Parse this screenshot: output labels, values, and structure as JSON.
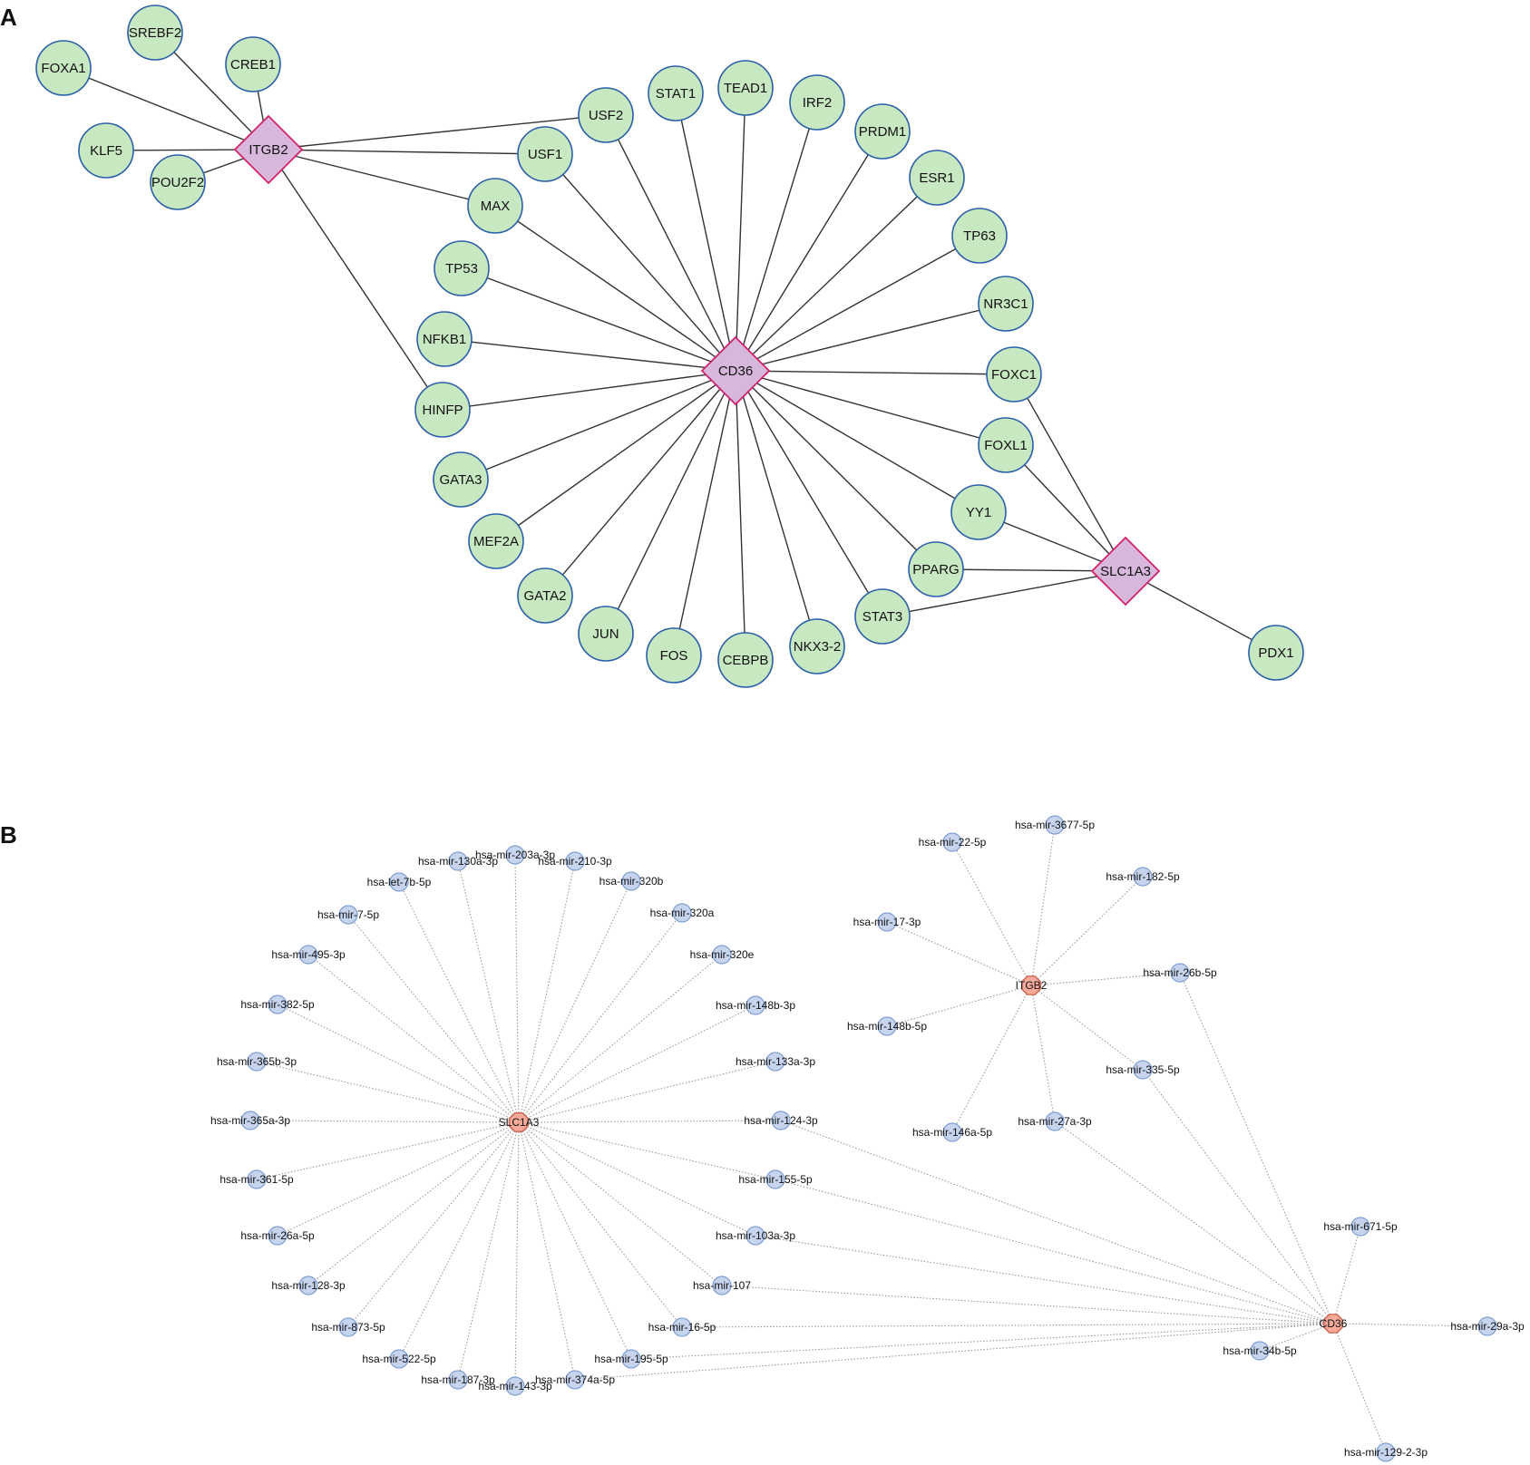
{
  "panels": {
    "a_label": "A",
    "b_label": "B"
  },
  "colors": {
    "tf_fill": "#c8e8c2",
    "tf_stroke": "#2a5fa8",
    "hub_a_fill": "#d7b8dc",
    "hub_a_stroke": "#d0226b",
    "mirna_fill": "#c6d4ee",
    "mirna_stroke": "#7f9ed0",
    "hub_b_fill": "#f7a99a",
    "hub_b_stroke": "#cc5540",
    "edge_solid": "#333333",
    "edge_dotted": "#9a9a9a"
  },
  "network_a": {
    "hubs": [
      "ITGB2",
      "CD36",
      "SLC1A3"
    ],
    "nodes": [
      "FOXA1",
      "SREBF2",
      "CREB1",
      "KLF5",
      "POU2F2",
      "USF2",
      "USF1",
      "MAX",
      "STAT1",
      "TEAD1",
      "IRF2",
      "PRDM1",
      "ESR1",
      "TP63",
      "NR3C1",
      "FOXC1",
      "FOXL1",
      "YY1",
      "PPARG",
      "STAT3",
      "PDX1",
      "TP53",
      "NFKB1",
      "HINFP",
      "GATA3",
      "MEF2A",
      "GATA2",
      "JUN",
      "FOS",
      "CEBPB",
      "NKX3-2"
    ],
    "edges": [
      [
        "ITGB2",
        "FOXA1"
      ],
      [
        "ITGB2",
        "SREBF2"
      ],
      [
        "ITGB2",
        "CREB1"
      ],
      [
        "ITGB2",
        "KLF5"
      ],
      [
        "ITGB2",
        "POU2F2"
      ],
      [
        "ITGB2",
        "USF2"
      ],
      [
        "ITGB2",
        "USF1"
      ],
      [
        "ITGB2",
        "MAX"
      ],
      [
        "ITGB2",
        "HINFP"
      ],
      [
        "CD36",
        "USF2"
      ],
      [
        "CD36",
        "USF1"
      ],
      [
        "CD36",
        "MAX"
      ],
      [
        "CD36",
        "STAT1"
      ],
      [
        "CD36",
        "TEAD1"
      ],
      [
        "CD36",
        "IRF2"
      ],
      [
        "CD36",
        "PRDM1"
      ],
      [
        "CD36",
        "ESR1"
      ],
      [
        "CD36",
        "TP63"
      ],
      [
        "CD36",
        "NR3C1"
      ],
      [
        "CD36",
        "FOXC1"
      ],
      [
        "CD36",
        "FOXL1"
      ],
      [
        "CD36",
        "YY1"
      ],
      [
        "CD36",
        "PPARG"
      ],
      [
        "CD36",
        "STAT3"
      ],
      [
        "CD36",
        "TP53"
      ],
      [
        "CD36",
        "NFKB1"
      ],
      [
        "CD36",
        "HINFP"
      ],
      [
        "CD36",
        "GATA3"
      ],
      [
        "CD36",
        "MEF2A"
      ],
      [
        "CD36",
        "GATA2"
      ],
      [
        "CD36",
        "JUN"
      ],
      [
        "CD36",
        "FOS"
      ],
      [
        "CD36",
        "CEBPB"
      ],
      [
        "CD36",
        "NKX3-2"
      ],
      [
        "SLC1A3",
        "FOXC1"
      ],
      [
        "SLC1A3",
        "FOXL1"
      ],
      [
        "SLC1A3",
        "YY1"
      ],
      [
        "SLC1A3",
        "PPARG"
      ],
      [
        "SLC1A3",
        "STAT3"
      ],
      [
        "SLC1A3",
        "PDX1"
      ]
    ]
  },
  "network_b": {
    "hubs": [
      "SLC1A3",
      "ITGB2",
      "CD36"
    ],
    "nodes": [
      "hsa-mir-203a-3p",
      "hsa-mir-130a-3p",
      "hsa-mir-210-3p",
      "hsa-let-7b-5p",
      "hsa-mir-320b",
      "hsa-mir-7-5p",
      "hsa-mir-320a",
      "hsa-mir-495-3p",
      "hsa-mir-320e",
      "hsa-mir-382-5p",
      "hsa-mir-148b-3p",
      "hsa-mir-365b-3p",
      "hsa-mir-133a-3p",
      "hsa-mir-365a-3p",
      "hsa-mir-124-3p",
      "hsa-mir-361-5p",
      "hsa-mir-155-5p",
      "hsa-mir-26a-5p",
      "hsa-mir-103a-3p",
      "hsa-mir-128-3p",
      "hsa-mir-107",
      "hsa-mir-873-5p",
      "hsa-mir-16-5p",
      "hsa-mir-522-5p",
      "hsa-mir-195-5p",
      "hsa-mir-187-3p",
      "hsa-mir-374a-5p",
      "hsa-mir-143-3p",
      "hsa-mir-3677-5p",
      "hsa-mir-22-5p",
      "hsa-mir-182-5p",
      "hsa-mir-17-3p",
      "hsa-mir-26b-5p",
      "hsa-mir-148b-5p",
      "hsa-mir-335-5p",
      "hsa-mir-146a-5p",
      "hsa-mir-27a-3p",
      "hsa-mir-671-5p",
      "hsa-mir-29a-3p",
      "hsa-mir-34b-5p",
      "hsa-mir-129-2-3p"
    ],
    "edges": [
      [
        "SLC1A3",
        "hsa-mir-203a-3p"
      ],
      [
        "SLC1A3",
        "hsa-mir-130a-3p"
      ],
      [
        "SLC1A3",
        "hsa-mir-210-3p"
      ],
      [
        "SLC1A3",
        "hsa-let-7b-5p"
      ],
      [
        "SLC1A3",
        "hsa-mir-320b"
      ],
      [
        "SLC1A3",
        "hsa-mir-7-5p"
      ],
      [
        "SLC1A3",
        "hsa-mir-320a"
      ],
      [
        "SLC1A3",
        "hsa-mir-495-3p"
      ],
      [
        "SLC1A3",
        "hsa-mir-320e"
      ],
      [
        "SLC1A3",
        "hsa-mir-382-5p"
      ],
      [
        "SLC1A3",
        "hsa-mir-148b-3p"
      ],
      [
        "SLC1A3",
        "hsa-mir-365b-3p"
      ],
      [
        "SLC1A3",
        "hsa-mir-133a-3p"
      ],
      [
        "SLC1A3",
        "hsa-mir-365a-3p"
      ],
      [
        "SLC1A3",
        "hsa-mir-124-3p"
      ],
      [
        "SLC1A3",
        "hsa-mir-361-5p"
      ],
      [
        "SLC1A3",
        "hsa-mir-155-5p"
      ],
      [
        "SLC1A3",
        "hsa-mir-26a-5p"
      ],
      [
        "SLC1A3",
        "hsa-mir-103a-3p"
      ],
      [
        "SLC1A3",
        "hsa-mir-128-3p"
      ],
      [
        "SLC1A3",
        "hsa-mir-107"
      ],
      [
        "SLC1A3",
        "hsa-mir-873-5p"
      ],
      [
        "SLC1A3",
        "hsa-mir-16-5p"
      ],
      [
        "SLC1A3",
        "hsa-mir-522-5p"
      ],
      [
        "SLC1A3",
        "hsa-mir-195-5p"
      ],
      [
        "SLC1A3",
        "hsa-mir-187-3p"
      ],
      [
        "SLC1A3",
        "hsa-mir-374a-5p"
      ],
      [
        "SLC1A3",
        "hsa-mir-143-3p"
      ],
      [
        "ITGB2",
        "hsa-mir-3677-5p"
      ],
      [
        "ITGB2",
        "hsa-mir-22-5p"
      ],
      [
        "ITGB2",
        "hsa-mir-182-5p"
      ],
      [
        "ITGB2",
        "hsa-mir-17-3p"
      ],
      [
        "ITGB2",
        "hsa-mir-26b-5p"
      ],
      [
        "ITGB2",
        "hsa-mir-148b-5p"
      ],
      [
        "ITGB2",
        "hsa-mir-335-5p"
      ],
      [
        "ITGB2",
        "hsa-mir-146a-5p"
      ],
      [
        "ITGB2",
        "hsa-mir-27a-3p"
      ],
      [
        "CD36",
        "hsa-mir-124-3p"
      ],
      [
        "CD36",
        "hsa-mir-155-5p"
      ],
      [
        "CD36",
        "hsa-mir-103a-3p"
      ],
      [
        "CD36",
        "hsa-mir-107"
      ],
      [
        "CD36",
        "hsa-mir-16-5p"
      ],
      [
        "CD36",
        "hsa-mir-195-5p"
      ],
      [
        "CD36",
        "hsa-mir-374a-5p"
      ],
      [
        "CD36",
        "hsa-mir-26b-5p"
      ],
      [
        "CD36",
        "hsa-mir-335-5p"
      ],
      [
        "CD36",
        "hsa-mir-27a-3p"
      ],
      [
        "CD36",
        "hsa-mir-671-5p"
      ],
      [
        "CD36",
        "hsa-mir-29a-3p"
      ],
      [
        "CD36",
        "hsa-mir-34b-5p"
      ],
      [
        "CD36",
        "hsa-mir-129-2-3p"
      ]
    ]
  }
}
